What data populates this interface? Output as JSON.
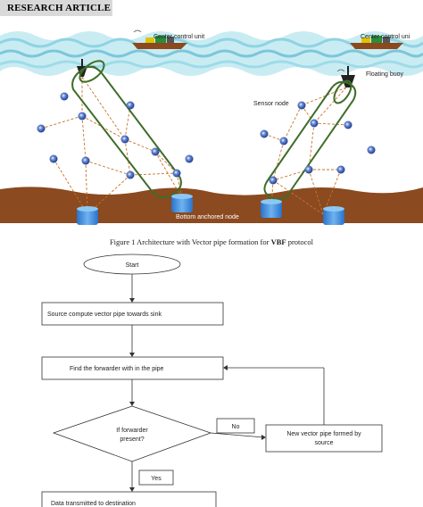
{
  "header": {
    "tag": "RESEARCH ARTICLE"
  },
  "figure": {
    "labels": {
      "center_left": "Center control unit",
      "center_right": "Center control uni",
      "floating_buoy": "Floating buoy",
      "sensor_node": "Sensor node",
      "bottom_node": "Bottom anchored node"
    },
    "caption_prefix": "Figure 1 Architecture with Vector pipe formation for ",
    "caption_bold": "VBF",
    "caption_suffix": " protocol"
  },
  "flowchart": {
    "start": "Start",
    "step1": "Source compute vector pipe towards sink",
    "step2": "Find the forwarder with in the pipe",
    "decision_line1": "If forwarder",
    "decision_line2": "present?",
    "no_label": "No",
    "new_pipe_line1": "New vector pipe formed by",
    "new_pipe_line2": "source",
    "yes_label": "Yes",
    "step3": "Data transmitted to destination"
  }
}
